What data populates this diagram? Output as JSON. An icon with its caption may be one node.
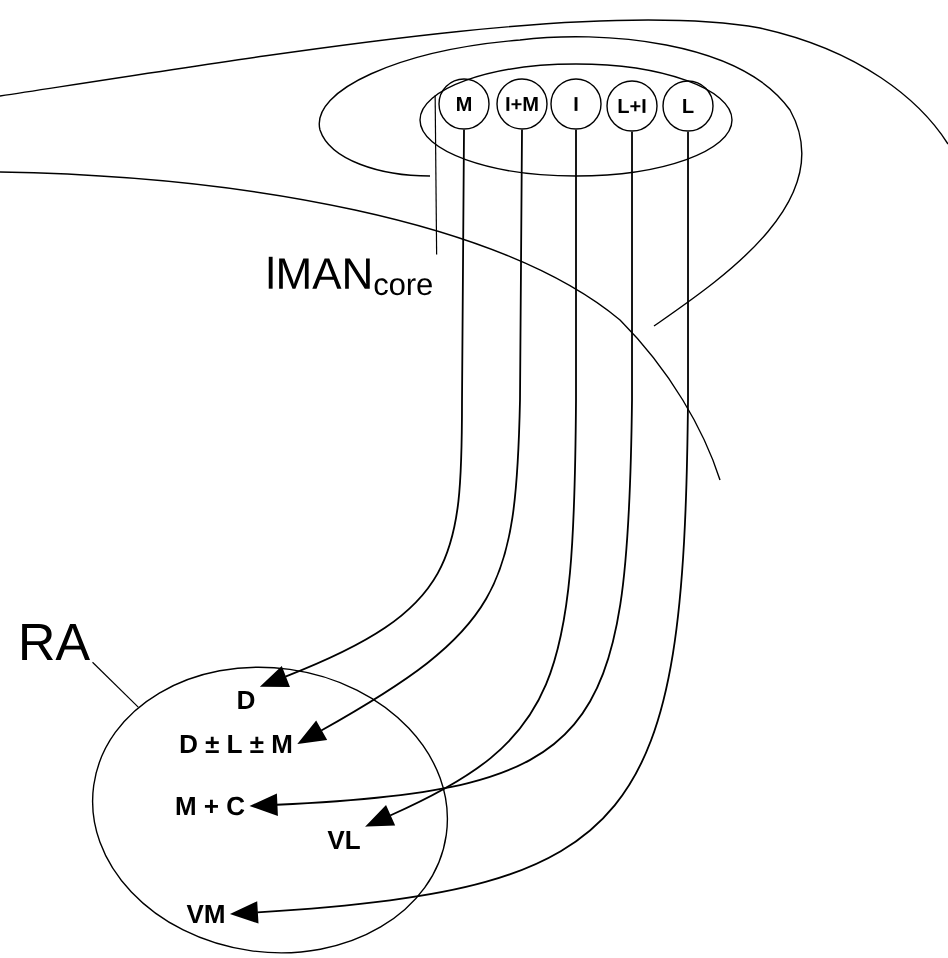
{
  "diagram": {
    "nodes": [
      {
        "text": [
          "lMAN$_{core}$"
        ]
      },
      {
        "text": [],
        "shape": "ellipse"
      },
      {
        "text": [
          "M"
        ],
        "in": 1
      },
      {
        "text": [
          "I+M"
        ],
        "in": 1
      },
      {
        "text": [
          "I"
        ],
        "in": 1
      },
      {
        "text": [
          "L+I"
        ],
        "in": 1
      },
      {
        "text": [
          "L"
        ],
        "in": 1
      },
      {
        "text": [
          "RA"
        ]
      },
      {
        "text": [],
        "shape": "ellipse"
      },
      {
        "text": [
          "D"
        ],
        "in": 8
      },
      {
        "text": [
          "D ± L ± M"
        ],
        "in": 8
      },
      {
        "text": [
          "M + C"
        ],
        "in": 8
      },
      {
        "text": [
          "VL"
        ],
        "in": 8
      },
      {
        "text": [
          "VM"
        ],
        "in": 8
      }
    ],
    "edges": [
      {
        "from": 0,
        "to": 1,
        "arrow": "none"
      },
      {
        "from": 7,
        "to": 8,
        "arrow": "none"
      },
      {
        "from": 2,
        "to": 9,
        "arrow": "to"
      },
      {
        "from": 3,
        "to": 10,
        "arrow": "to"
      },
      {
        "from": 4,
        "to": 12,
        "arrow": "to"
      },
      {
        "from": 5,
        "to": 11,
        "arrow": "to"
      },
      {
        "from": 6,
        "to": 13,
        "arrow": "to"
      }
    ]
  }
}
